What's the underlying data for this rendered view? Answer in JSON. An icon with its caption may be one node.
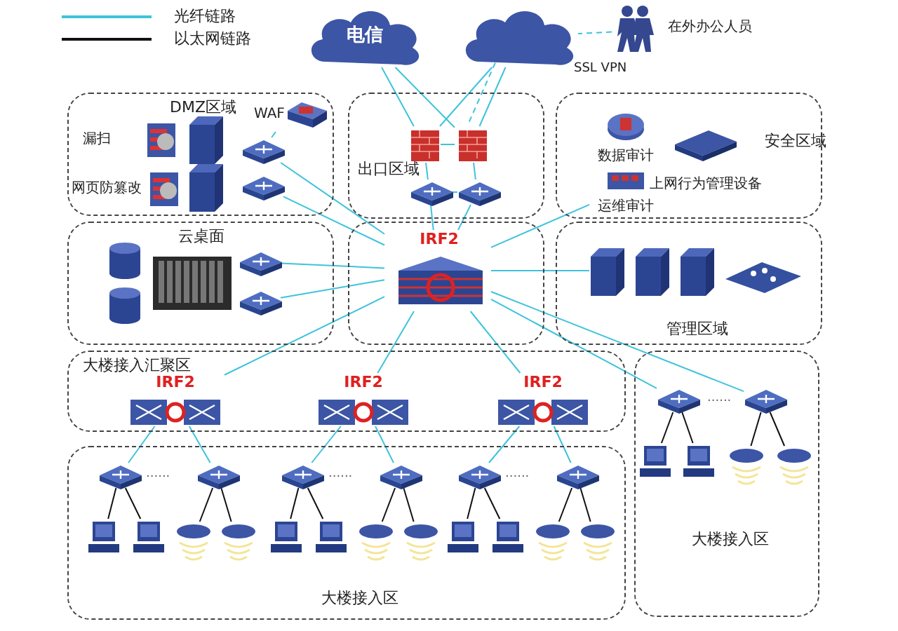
{
  "diagram": {
    "nodes": [
      {
        "text": [
          "电信"
        ]
      },
      {
        "text": [],
        "shape": "cloud"
      },
      {
        "text": [
          "在外办公人员"
        ]
      },
      {
        "text": [
          "DMZ区域"
        ]
      },
      {
        "text": [
          "漏扫"
        ],
        "in": 3
      },
      {
        "text": [
          "网页防篡改"
        ],
        "in": 3
      },
      {
        "text": [],
        "shape": "box",
        "in": 3
      },
      {
        "text": [],
        "shape": "box",
        "in": 3
      },
      {
        "text": [
          "WAF"
        ],
        "in": 3
      },
      {
        "text": [],
        "shape": "picture",
        "in": 3
      },
      {
        "text": [],
        "shape": "picture",
        "in": 3
      },
      {
        "text": [
          "出口区域"
        ]
      },
      {
        "text": [],
        "shape": "box",
        "in": 11
      },
      {
        "text": [],
        "shape": "box",
        "in": 11
      },
      {
        "text": [],
        "shape": "picture",
        "in": 11
      },
      {
        "text": [],
        "shape": "picture",
        "in": 11
      },
      {
        "text": [
          "安全区域"
        ]
      },
      {
        "text": [
          "数据审计"
        ],
        "in": 16
      },
      {
        "text": [
          "运维审计"
        ],
        "in": 16
      },
      {
        "text": [
          "上网行为管理设备"
        ],
        "in": 16
      },
      {
        "text": [
          "云桌面"
        ]
      },
      {
        "text": [],
        "shape": "cylinder",
        "in": 20
      },
      {
        "text": [],
        "shape": "cylinder",
        "in": 20
      },
      {
        "text": [],
        "shape": "picture",
        "in": 20
      },
      {
        "text": [],
        "shape": "picture",
        "in": 20
      },
      {
        "text": [],
        "shape": "picture",
        "in": 20
      },
      {
        "text": [],
        "shape": "box"
      },
      {
        "text": [
          "IRF2"
        ],
        "in": 26
      },
      {
        "text": [
          "管理区域"
        ]
      },
      {
        "text": [],
        "shape": "box",
        "in": 28
      },
      {
        "text": [],
        "shape": "box",
        "in": 28
      },
      {
        "text": [],
        "shape": "box",
        "in": 28
      },
      {
        "text": [],
        "shape": "picture",
        "in": 28
      },
      {
        "text": [
          "大楼接入汇聚区"
        ]
      },
      {
        "text": [
          "IRF2"
        ],
        "in": 33
      },
      {
        "text": [
          "IRF2"
        ],
        "in": 33
      },
      {
        "text": [
          "IRF2"
        ],
        "in": 33
      },
      {
        "text": [
          "大楼接入区"
        ]
      },
      {
        "text": [],
        "shape": "picture",
        "in": 37
      },
      {
        "text": [],
        "shape": "picture",
        "in": 37
      },
      {
        "text": [],
        "shape": "picture",
        "in": 37
      },
      {
        "text": [],
        "shape": "picture",
        "in": 37
      },
      {
        "text": [],
        "shape": "picture",
        "in": 37
      },
      {
        "text": [],
        "shape": "picture",
        "in": 37
      },
      {
        "text": [],
        "shape": "picture",
        "in": 37
      },
      {
        "text": [],
        "shape": "picture",
        "in": 37
      },
      {
        "text": [],
        "shape": "picture",
        "in": 37
      },
      {
        "text": [],
        "shape": "picture",
        "in": 37
      },
      {
        "text": [],
        "shape": "picture",
        "in": 37
      },
      {
        "text": [],
        "shape": "picture",
        "in": 37
      },
      {
        "text": [],
        "shape": "picture",
        "in": 37
      },
      {
        "text": [],
        "shape": "picture",
        "in": 37
      },
      {
        "text": [],
        "shape": "picture",
        "in": 37
      },
      {
        "text": [],
        "shape": "picture",
        "in": 37
      },
      {
        "text": [],
        "shape": "picture",
        "in": 37
      },
      {
        "text": [],
        "shape": "picture",
        "in": 37
      },
      {
        "text": [
          "大楼接入区"
        ]
      },
      {
        "text": [],
        "shape": "picture",
        "in": 56
      },
      {
        "text": [],
        "shape": "picture",
        "in": 56
      },
      {
        "text": [],
        "shape": "picture",
        "in": 56
      },
      {
        "text": [],
        "shape": "picture",
        "in": 56
      },
      {
        "text": [],
        "shape": "picture",
        "in": 56
      },
      {
        "text": [],
        "shape": "picture",
        "in": 56
      }
    ],
    "edges": [
      {
        "from": 0,
        "to": 12,
        "arrow": "none"
      },
      {
        "from": 0,
        "to": 13,
        "arrow": "none"
      },
      {
        "from": 1,
        "to": 12,
        "arrow": "none"
      },
      {
        "from": 1,
        "to": 13,
        "arrow": "none"
      },
      {
        "from": 2,
        "to": 1,
        "arrow": "none",
        "label": "SSL VPN",
        "style": "dashed"
      },
      {
        "from": 1,
        "to": 13,
        "arrow": "none",
        "style": "dashed"
      },
      {
        "from": 12,
        "to": 13,
        "arrow": "none"
      },
      {
        "from": 12,
        "to": 14,
        "arrow": "none"
      },
      {
        "from": 13,
        "to": 15,
        "arrow": "none"
      },
      {
        "from": 14,
        "to": 15,
        "arrow": "none"
      },
      {
        "from": 14,
        "to": 27,
        "arrow": "none"
      },
      {
        "from": 15,
        "to": 27,
        "arrow": "none"
      },
      {
        "from": 8,
        "to": 9,
        "arrow": "none"
      },
      {
        "from": 9,
        "to": 27,
        "arrow": "none"
      },
      {
        "from": 10,
        "to": 27,
        "arrow": "none"
      },
      {
        "from": 24,
        "to": 27,
        "arrow": "none"
      },
      {
        "from": 25,
        "to": 27,
        "arrow": "none"
      },
      {
        "from": 18,
        "to": 27,
        "arrow": "none"
      },
      {
        "from": 27,
        "to": 29,
        "arrow": "none"
      },
      {
        "from": 27,
        "to": 34,
        "arrow": "none"
      },
      {
        "from": 27,
        "to": 35,
        "arrow": "none"
      },
      {
        "from": 27,
        "to": 36,
        "arrow": "none"
      },
      {
        "from": 27,
        "to": 57,
        "arrow": "none"
      },
      {
        "from": 27,
        "to": 58,
        "arrow": "none"
      },
      {
        "from": 34,
        "to": 38,
        "arrow": "none"
      },
      {
        "from": 34,
        "to": 39,
        "arrow": "none"
      },
      {
        "from": 35,
        "to": 44,
        "arrow": "none"
      },
      {
        "from": 35,
        "to": 45,
        "arrow": "none"
      },
      {
        "from": 36,
        "to": 50,
        "arrow": "none"
      },
      {
        "from": 36,
        "to": 51,
        "arrow": "none"
      },
      {
        "from": 38,
        "to": 40,
        "arrow": "none",
        "color": "#111111"
      },
      {
        "from": 38,
        "to": 41,
        "arrow": "none",
        "color": "#111111"
      },
      {
        "from": 39,
        "to": 42,
        "arrow": "none",
        "color": "#111111"
      },
      {
        "from": 39,
        "to": 43,
        "arrow": "none",
        "color": "#111111"
      },
      {
        "from": 44,
        "to": 46,
        "arrow": "none",
        "color": "#111111"
      },
      {
        "from": 44,
        "to": 47,
        "arrow": "none",
        "color": "#111111"
      },
      {
        "from": 45,
        "to": 48,
        "arrow": "none",
        "color": "#111111"
      },
      {
        "from": 45,
        "to": 49,
        "arrow": "none",
        "color": "#111111"
      },
      {
        "from": 50,
        "to": 52,
        "arrow": "none",
        "color": "#111111"
      },
      {
        "from": 50,
        "to": 53,
        "arrow": "none",
        "color": "#111111"
      },
      {
        "from": 51,
        "to": 54,
        "arrow": "none",
        "color": "#111111"
      },
      {
        "from": 51,
        "to": 55,
        "arrow": "none",
        "color": "#111111"
      },
      {
        "from": 57,
        "to": 59,
        "arrow": "none",
        "color": "#111111"
      },
      {
        "from": 57,
        "to": 60,
        "arrow": "none",
        "color": "#111111"
      },
      {
        "from": 58,
        "to": 61,
        "arrow": "none",
        "color": "#111111"
      },
      {
        "from": 58,
        "to": 62,
        "arrow": "none",
        "color": "#111111"
      }
    ],
    "labels": [
      "......",
      "......",
      "......",
      "......"
    ],
    "legend": [
      {
        "text": "光纤链路"
      },
      {
        "text": "以太网链路"
      }
    ]
  }
}
